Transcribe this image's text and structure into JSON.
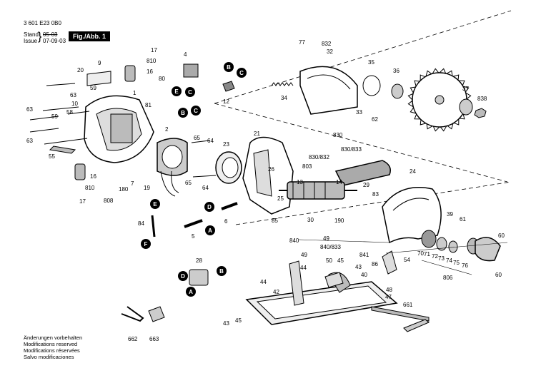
{
  "header": {
    "doc_number": "3 601 E23 0B0",
    "stand_label": "Stand",
    "stand_value": "05-03",
    "issue_label": "Issue",
    "issue_value": "07-09-03",
    "figure_label": "Fig./Abb. 1"
  },
  "footer": {
    "lines": [
      "Änderungen vorbehalten",
      "Modifications reserved",
      "Modifications réservées",
      "Salvo modificaciones"
    ]
  },
  "part_labels": [
    {
      "text": "17"
    },
    {
      "text": "810"
    },
    {
      "text": "16"
    },
    {
      "text": "9"
    },
    {
      "text": "20"
    },
    {
      "text": "80"
    },
    {
      "text": "59"
    },
    {
      "text": "1"
    },
    {
      "text": "81"
    },
    {
      "text": "63"
    },
    {
      "text": "10"
    },
    {
      "text": "63"
    },
    {
      "text": "59"
    },
    {
      "text": "58"
    },
    {
      "text": "63"
    },
    {
      "text": "55"
    },
    {
      "text": "16"
    },
    {
      "text": "7"
    },
    {
      "text": "180"
    },
    {
      "text": "810"
    },
    {
      "text": "17"
    },
    {
      "text": "808"
    },
    {
      "text": "19"
    },
    {
      "text": "4"
    },
    {
      "text": "12"
    },
    {
      "text": "2"
    },
    {
      "text": "65"
    },
    {
      "text": "64"
    },
    {
      "text": "65"
    },
    {
      "text": "64"
    },
    {
      "text": "23"
    },
    {
      "text": "21"
    },
    {
      "text": "77"
    },
    {
      "text": "832"
    },
    {
      "text": "32"
    },
    {
      "text": "34"
    },
    {
      "text": "35"
    },
    {
      "text": "36"
    },
    {
      "text": "37"
    },
    {
      "text": "838"
    },
    {
      "text": "33"
    },
    {
      "text": "62"
    },
    {
      "text": "830"
    },
    {
      "text": "830/832"
    },
    {
      "text": "830/833"
    },
    {
      "text": "803"
    },
    {
      "text": "26"
    },
    {
      "text": "13"
    },
    {
      "text": "14"
    },
    {
      "text": "29"
    },
    {
      "text": "83"
    },
    {
      "text": "24"
    },
    {
      "text": "25"
    },
    {
      "text": "85"
    },
    {
      "text": "6"
    },
    {
      "text": "84"
    },
    {
      "text": "5"
    },
    {
      "text": "30"
    },
    {
      "text": "190"
    },
    {
      "text": "39"
    },
    {
      "text": "61"
    },
    {
      "text": "60"
    },
    {
      "text": "840"
    },
    {
      "text": "49"
    },
    {
      "text": "840/833"
    },
    {
      "text": "841"
    },
    {
      "text": "86"
    },
    {
      "text": "54"
    },
    {
      "text": "70"
    },
    {
      "text": "71"
    },
    {
      "text": "72"
    },
    {
      "text": "73"
    },
    {
      "text": "74"
    },
    {
      "text": "75"
    },
    {
      "text": "76"
    },
    {
      "text": "806"
    },
    {
      "text": "60"
    },
    {
      "text": "49"
    },
    {
      "text": "50"
    },
    {
      "text": "45"
    },
    {
      "text": "44"
    },
    {
      "text": "43"
    },
    {
      "text": "40"
    },
    {
      "text": "28"
    },
    {
      "text": "44"
    },
    {
      "text": "42"
    },
    {
      "text": "48"
    },
    {
      "text": "47"
    },
    {
      "text": "661"
    },
    {
      "text": "45"
    },
    {
      "text": "43"
    },
    {
      "text": "662"
    },
    {
      "text": "663"
    }
  ],
  "markers": [
    {
      "letter": "B"
    },
    {
      "letter": "C"
    },
    {
      "letter": "E"
    },
    {
      "letter": "C"
    },
    {
      "letter": "B"
    },
    {
      "letter": "C"
    },
    {
      "letter": "E"
    },
    {
      "letter": "F"
    },
    {
      "letter": "D"
    },
    {
      "letter": "A"
    },
    {
      "letter": "D"
    },
    {
      "letter": "B"
    },
    {
      "letter": "A"
    }
  ]
}
